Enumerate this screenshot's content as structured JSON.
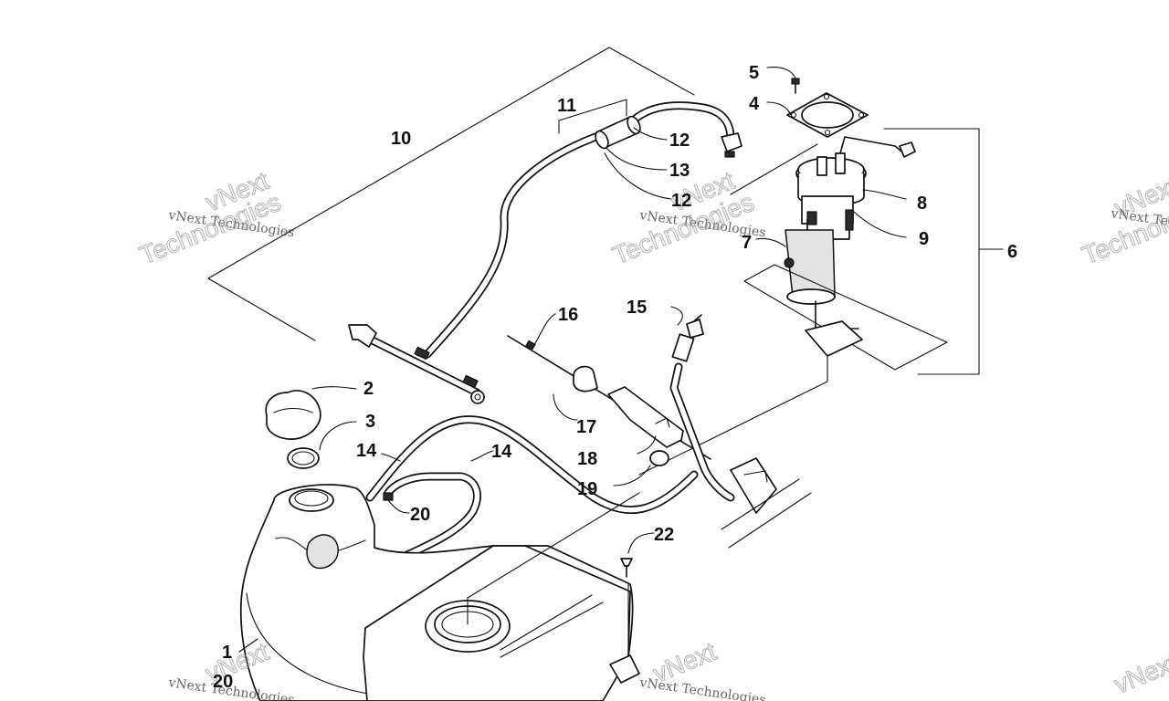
{
  "callouts": {
    "c1": "1",
    "c2": "2",
    "c3": "3",
    "c4": "4",
    "c5": "5",
    "c6": "6",
    "c7": "7",
    "c8": "8",
    "c9": "9",
    "c10": "10",
    "c11": "11",
    "c12a": "12",
    "c12b": "12",
    "c13": "13",
    "c14a": "14",
    "c14b": "14",
    "c15": "15",
    "c16": "16",
    "c17": "17",
    "c18": "18",
    "c19": "19",
    "c20a": "20",
    "c20b": "20",
    "c22": "22"
  },
  "watermark": {
    "line1": "vNext",
    "line2": "vNext Technologies",
    "line3": "Technologies"
  }
}
